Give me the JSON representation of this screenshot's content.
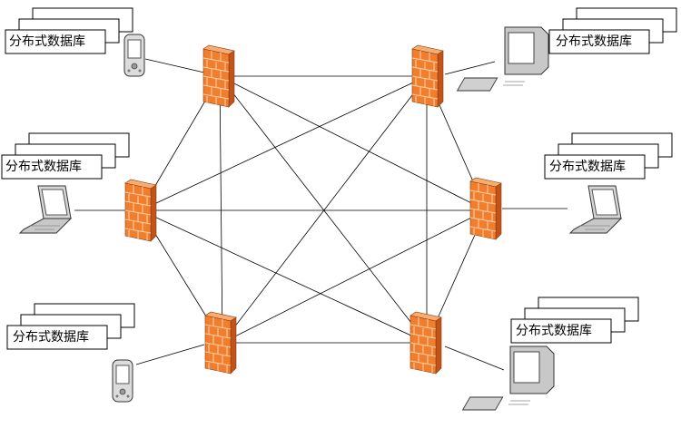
{
  "diagram": {
    "firewall_count": 6,
    "mesh": "full",
    "clusters": [
      {
        "label": "分布式数据库",
        "device": "pda-icon"
      },
      {
        "label": "分布式数据库",
        "device": "desktop-computer-icon"
      },
      {
        "label": "分布式数据库",
        "device": "laptop-icon"
      },
      {
        "label": "分布式数据库",
        "device": "laptop-icon"
      },
      {
        "label": "分布式数据库",
        "device": "pda-icon"
      },
      {
        "label": "分布式数据库",
        "device": "desktop-computer-icon"
      }
    ]
  },
  "colors": {
    "firewall_face": "#f07e2c",
    "firewall_side": "#c2541a",
    "firewall_top": "#f6ad72",
    "line": "#000000"
  }
}
